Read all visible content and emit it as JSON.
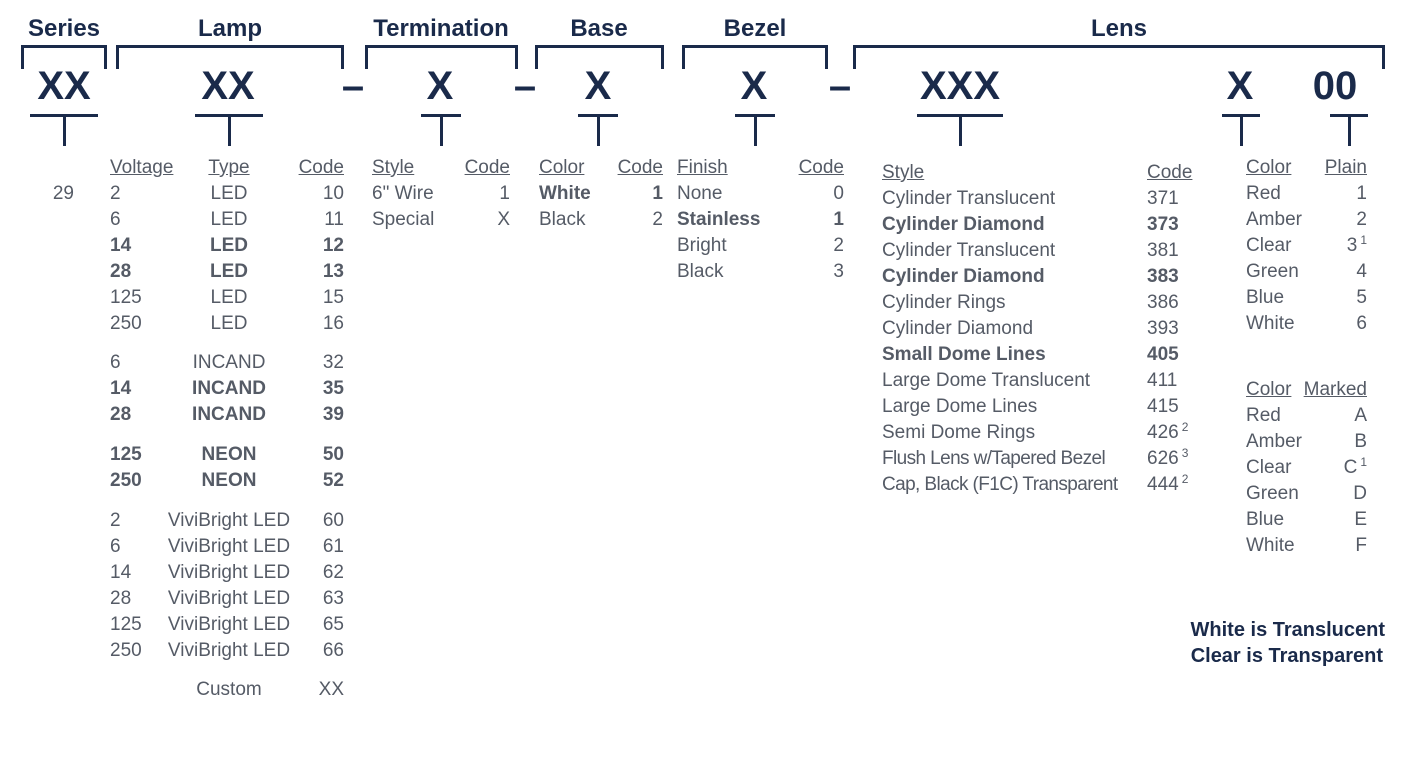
{
  "headers": {
    "series": "Series",
    "lamp": "Lamp",
    "termination": "Termination",
    "base": "Base",
    "bezel": "Bezel",
    "lens": "Lens"
  },
  "codes": {
    "series": "XX",
    "lamp": "XX",
    "termination": "X",
    "base": "X",
    "bezel": "X",
    "lens_style": "XXX",
    "lens_color": "X",
    "lens_marking": "00",
    "dash": "–"
  },
  "series": {
    "value": "29"
  },
  "lamp": {
    "col_voltage": "Voltage",
    "col_type": "Type",
    "col_code": "Code",
    "rows": [
      {
        "voltage": "2",
        "type": "LED",
        "code": "10",
        "bold": false
      },
      {
        "voltage": "6",
        "type": "LED",
        "code": "11",
        "bold": false
      },
      {
        "voltage": "14",
        "type": "LED",
        "code": "12",
        "bold": true
      },
      {
        "voltage": "28",
        "type": "LED",
        "code": "13",
        "bold": true
      },
      {
        "voltage": "125",
        "type": "LED",
        "code": "15",
        "bold": false
      },
      {
        "voltage": "250",
        "type": "LED",
        "code": "16",
        "bold": false
      },
      {
        "voltage": "6",
        "type": "INCAND",
        "code": "32",
        "bold": false
      },
      {
        "voltage": "14",
        "type": "INCAND",
        "code": "35",
        "bold": true
      },
      {
        "voltage": "28",
        "type": "INCAND",
        "code": "39",
        "bold": true
      },
      {
        "voltage": "125",
        "type": "NEON",
        "code": "50",
        "bold": true
      },
      {
        "voltage": "250",
        "type": "NEON",
        "code": "52",
        "bold": true
      },
      {
        "voltage": "2",
        "type": "ViviBright LED",
        "code": "60",
        "bold": false
      },
      {
        "voltage": "6",
        "type": "ViviBright LED",
        "code": "61",
        "bold": false
      },
      {
        "voltage": "14",
        "type": "ViviBright LED",
        "code": "62",
        "bold": false
      },
      {
        "voltage": "28",
        "type": "ViviBright LED",
        "code": "63",
        "bold": false
      },
      {
        "voltage": "125",
        "type": "ViviBright LED",
        "code": "65",
        "bold": false
      },
      {
        "voltage": "250",
        "type": "ViviBright LED",
        "code": "66",
        "bold": false
      },
      {
        "voltage": "",
        "type": "Custom",
        "code": "XX",
        "bold": false
      }
    ]
  },
  "termination": {
    "col_style": "Style",
    "col_code": "Code",
    "rows": [
      {
        "style": "6\" Wire",
        "code": "1",
        "bold": false
      },
      {
        "style": "Special",
        "code": "X",
        "bold": false
      }
    ]
  },
  "base": {
    "col_color": "Color",
    "col_code": "Code",
    "rows": [
      {
        "color": "White",
        "code": "1",
        "bold": true
      },
      {
        "color": "Black",
        "code": "2",
        "bold": false
      }
    ]
  },
  "bezel": {
    "col_finish": "Finish",
    "col_code": "Code",
    "rows": [
      {
        "finish": "None",
        "code": "0",
        "bold": false
      },
      {
        "finish": "Stainless",
        "code": "1",
        "bold": true
      },
      {
        "finish": "Bright",
        "code": "2",
        "bold": false
      },
      {
        "finish": "Black",
        "code": "3",
        "bold": false
      }
    ]
  },
  "lens_style": {
    "col_style": "Style",
    "col_code": "Code",
    "rows": [
      {
        "style": "Cylinder Translucent",
        "code": "371",
        "sup": "",
        "bold": false
      },
      {
        "style": "Cylinder Diamond",
        "code": "373",
        "sup": "",
        "bold": true
      },
      {
        "style": "Cylinder Translucent",
        "code": "381",
        "sup": "",
        "bold": false
      },
      {
        "style": "Cylinder Diamond",
        "code": "383",
        "sup": "",
        "bold": true
      },
      {
        "style": "Cylinder Rings",
        "code": "386",
        "sup": "",
        "bold": false
      },
      {
        "style": "Cylinder Diamond",
        "code": "393",
        "sup": "",
        "bold": false
      },
      {
        "style": "Small Dome Lines",
        "code": "405",
        "sup": "",
        "bold": true
      },
      {
        "style": "Large Dome Translucent",
        "code": "411",
        "sup": "",
        "bold": false
      },
      {
        "style": "Large Dome Lines",
        "code": "415",
        "sup": "",
        "bold": false
      },
      {
        "style": "Semi Dome Rings",
        "code": "426",
        "sup": "2",
        "bold": false
      },
      {
        "style": "Flush Lens w/Tapered Bezel",
        "code": "626",
        "sup": "3",
        "bold": false
      },
      {
        "style": "Cap, Black (F1C) Transparent",
        "code": "444",
        "sup": "2",
        "bold": false
      }
    ]
  },
  "lens_plain": {
    "col_color": "Color",
    "col_code": "Plain",
    "rows": [
      {
        "color": "Red",
        "code": "1",
        "sup": ""
      },
      {
        "color": "Amber",
        "code": "2",
        "sup": ""
      },
      {
        "color": "Clear",
        "code": "3",
        "sup": "1"
      },
      {
        "color": "Green",
        "code": "4",
        "sup": ""
      },
      {
        "color": "Blue",
        "code": "5",
        "sup": ""
      },
      {
        "color": "White",
        "code": "6",
        "sup": ""
      }
    ]
  },
  "lens_marked": {
    "col_color": "Color",
    "col_code": "Marked",
    "rows": [
      {
        "color": "Red",
        "code": "A",
        "sup": ""
      },
      {
        "color": "Amber",
        "code": "B",
        "sup": ""
      },
      {
        "color": "Clear",
        "code": "C",
        "sup": "1"
      },
      {
        "color": "Green",
        "code": "D",
        "sup": ""
      },
      {
        "color": "Blue",
        "code": "E",
        "sup": ""
      },
      {
        "color": "White",
        "code": "F",
        "sup": ""
      }
    ]
  },
  "notes": {
    "line1": "White is Translucent",
    "line2": "Clear is Transparent"
  }
}
